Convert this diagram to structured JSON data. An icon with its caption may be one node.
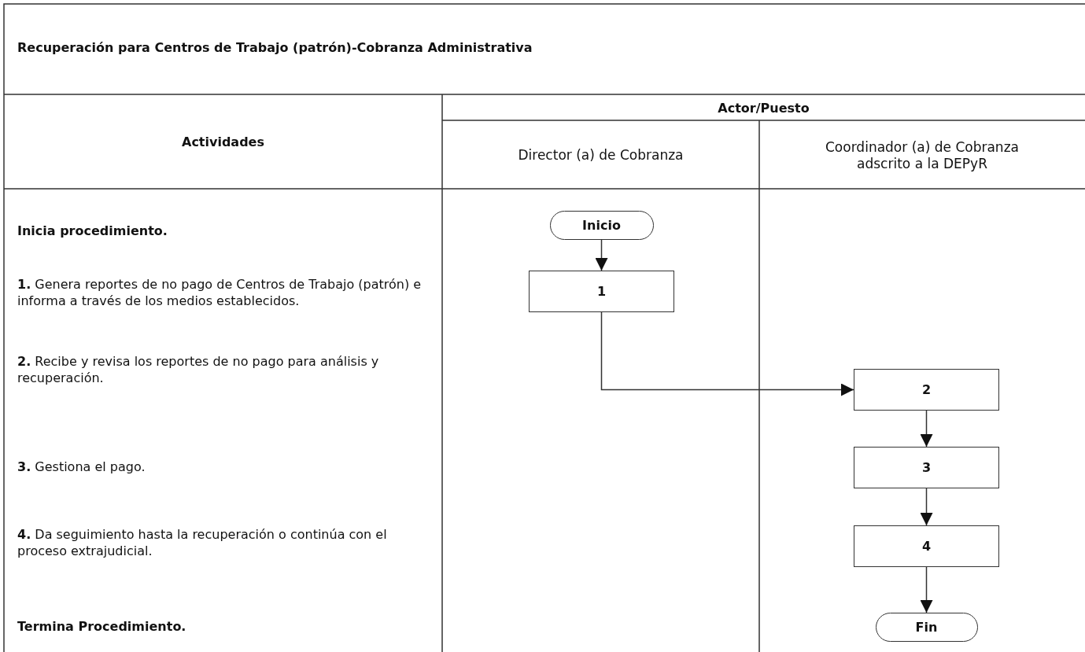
{
  "diagram": {
    "title": "Recuperación para Centros de Trabajo (patrón)-Cobranza Administrativa",
    "nodes": [
      {
        "text": [
          "Inicio"
        ]
      },
      {
        "text": [
          "1"
        ]
      },
      {
        "text": [
          "2"
        ]
      },
      {
        "text": [
          "3"
        ]
      },
      {
        "text": [
          "4"
        ]
      },
      {
        "text": [
          "Fin"
        ]
      }
    ],
    "edges": [
      {
        "from": 0,
        "to": 1,
        "arrow": "to"
      },
      {
        "from": 1,
        "to": 2,
        "arrow": "to"
      },
      {
        "from": 2,
        "to": 3,
        "arrow": "to"
      },
      {
        "from": 3,
        "to": 4,
        "arrow": "to"
      },
      {
        "from": 4,
        "to": 5,
        "arrow": "to"
      }
    ],
    "labels": [
      "Actividades",
      "Actor/Puesto",
      "Director (a) de Cobranza",
      "Coordinador (a) de Cobranza adscrito a la DEPyR",
      "Inicia procedimiento.",
      "**1.** Genera reportes de no pago de Centros de Trabajo (patrón) e informa a través de los medios establecidos.",
      "**2.** Recibe y revisa los reportes de no pago para análisis y recuperación.",
      "**3.** Gestiona el pago.",
      "**4.** Da seguimiento hasta la recuperación o continúa con el proceso extrajudicial.",
      "Termina Procedimiento."
    ]
  }
}
